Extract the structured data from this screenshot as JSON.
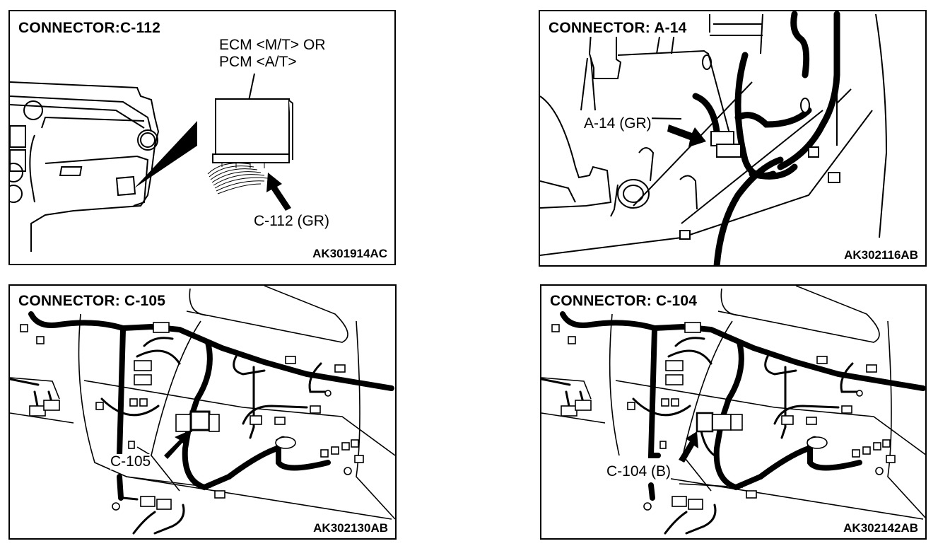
{
  "panels": [
    {
      "title": "CONNECTOR:C-112",
      "component_label_line1": "ECM <M/T> OR",
      "component_label_line2": "PCM <A/T>",
      "connector_label": "C-112 (GR)",
      "figure_code": "AK301914AC"
    },
    {
      "title": "CONNECTOR: A-14",
      "connector_label": "A-14 (GR)",
      "figure_code": "AK302116AB"
    },
    {
      "title": "CONNECTOR: C-105",
      "connector_label": "C-105",
      "figure_code": "AK302130AB"
    },
    {
      "title": "CONNECTOR: C-104",
      "connector_label": "C-104 (B)",
      "figure_code": "AK302142AB"
    }
  ]
}
